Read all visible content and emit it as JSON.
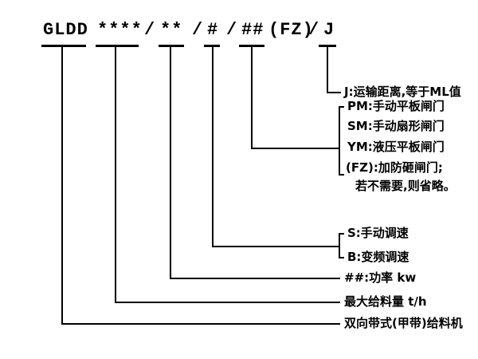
{
  "model_code": {
    "prefix": "GLDD",
    "capacity_placeholder": "****",
    "sep1": "/",
    "power_placeholder": "**",
    "sep2": "/",
    "speed_placeholder": "#",
    "sep3": "/",
    "gate_placeholder": "##",
    "fz": "(FZ)",
    "sep4": "/",
    "distance_placeholder": "J"
  },
  "annotations": {
    "distance": "J:运输距离,等于ML值",
    "gate_pm": "PM:手动平板闸门",
    "gate_sm": "SM:手动扇形闸门",
    "gate_ym": "YM:液压平板闸门",
    "gate_fz": "(FZ):加防砸闸门;",
    "gate_fz_note": "若不需要,则省略。",
    "speed_s": "S:手动调速",
    "speed_b": "B:变频调速",
    "power": "##:功率 kw",
    "capacity": "最大给料量 t/h",
    "machine": "双向带式(甲带)给料机"
  },
  "colors": {
    "line": "#000000",
    "background": "#ffffff"
  }
}
